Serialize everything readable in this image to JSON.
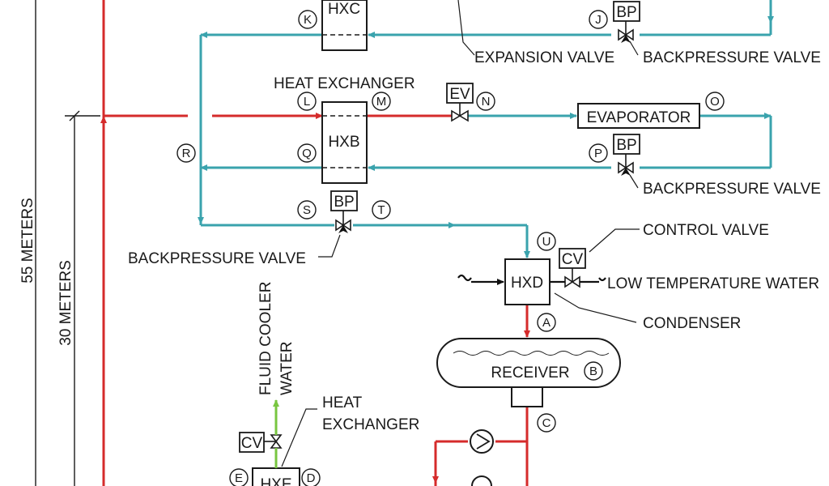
{
  "diagram": {
    "colors": {
      "liquid": "#d52b2b",
      "vapor": "#3aa3ad",
      "water": "#111111",
      "cooler": "#78c640",
      "line": "#1a1a1a"
    },
    "heat_exchangers": {
      "c": "HXC",
      "b": "HXB",
      "d": "HXD",
      "e": "HXE"
    },
    "components": {
      "evaporator": "EVAPORATOR",
      "receiver": "RECEIVER",
      "bp": "BP",
      "ev": "EV",
      "cv": "CV"
    },
    "labels": {
      "expansion_valve": "EXPANSION VALVE",
      "backpressure_valve_top": "BACKPRESSURE VALVE",
      "heat_exchanger_b": "HEAT EXCHANGER",
      "backpressure_valve_p": "BACKPRESSURE VALVE",
      "control_valve": "CONTROL VALVE",
      "backpressure_valve_st": "BACKPRESSURE VALVE",
      "low_temp_water": "LOW TEMPERATURE WATER",
      "condenser": "CONDENSER",
      "heat_exchanger_e_line1": "HEAT",
      "heat_exchanger_e_line2": "EXCHANGER",
      "fluid_cooler_line1": "FLUID COOLER",
      "fluid_cooler_line2": "WATER"
    },
    "dimensions": {
      "d55": "55 METERS",
      "d30": "30 METERS"
    },
    "points": {
      "K": "K",
      "J": "J",
      "L": "L",
      "M": "M",
      "N": "N",
      "O": "O",
      "R": "R",
      "Q": "Q",
      "P": "P",
      "S": "S",
      "T": "T",
      "U": "U",
      "A": "A",
      "B": "B",
      "C": "C",
      "E": "E",
      "D": "D"
    }
  }
}
